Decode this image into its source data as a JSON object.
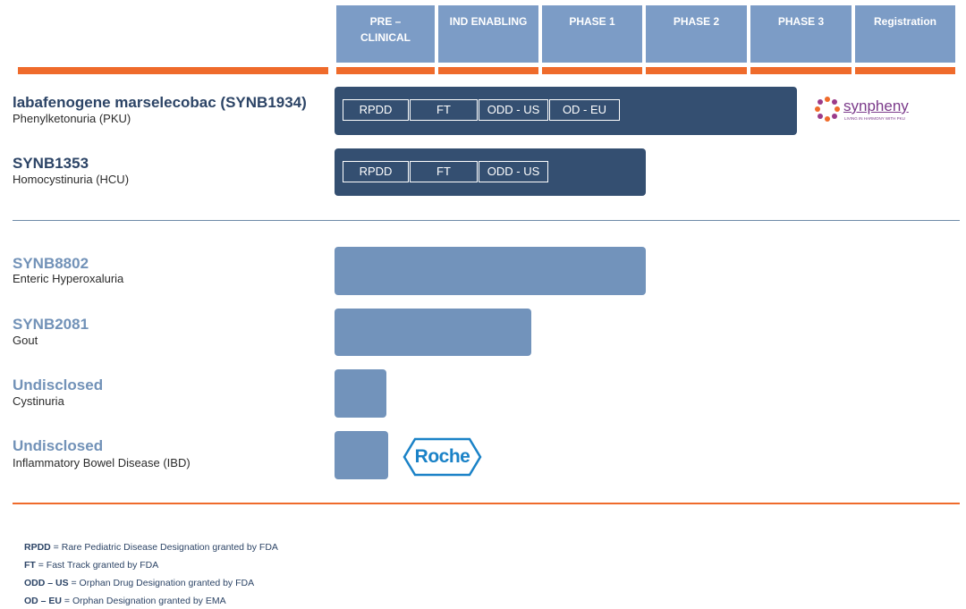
{
  "phases": [
    "PRE –\nCLINICAL",
    "IND ENABLING",
    "PHASE 1",
    "PHASE 2",
    "PHASE 3",
    "Registration"
  ],
  "programs": [
    {
      "name": "labafenogene marselecobac (SYNB1934)",
      "indication": "Phenylketonuria (PKU)",
      "stage_end": 4.46,
      "designations": [
        "RPDD",
        "FT",
        "ODD - US",
        "OD - EU"
      ],
      "partner": "synpheny"
    },
    {
      "name": "SYNB1353",
      "indication": "Homocystinuria (HCU)",
      "stage_end": 3.0,
      "designations": [
        "RPDD",
        "FT",
        "ODD - US"
      ]
    },
    {
      "name": "SYNB8802",
      "indication": "Enteric Hyperoxaluria",
      "stage_end": 3.0,
      "designations": []
    },
    {
      "name": "SYNB2081",
      "indication": "Gout",
      "stage_end": 1.9,
      "designations": []
    },
    {
      "name": "Undisclosed",
      "indication": "Cystinuria",
      "stage_end": 0.5,
      "designations": []
    },
    {
      "name": "Undisclosed",
      "indication": "Inflammatory Bowel Disease (IBD)",
      "stage_end": 0.52,
      "designations": [],
      "partner": "Roche"
    }
  ],
  "partners": {
    "synpheny_name": "synpheny",
    "synpheny_tagline": "LIVING IN HARMONY WITH PKU",
    "roche": "Roche"
  },
  "legend": [
    {
      "abbr": "RPDD",
      "text": " = Rare Pediatric Disease Designation granted by FDA"
    },
    {
      "abbr": "FT",
      "text": " = Fast Track granted by FDA"
    },
    {
      "abbr": "ODD – US",
      "text": " = Orphan Drug Designation granted by FDA"
    },
    {
      "abbr": "OD – EU",
      "text": " = Orphan Designation granted by EMA"
    }
  ],
  "colors": {
    "dark": "#344f71",
    "light": "#7293bb",
    "accent": "#ef6b2b",
    "header": "#7c9cc6"
  },
  "chart_data": {
    "type": "bar",
    "categories": [
      "labafenogene marselecobac (SYNB1934)",
      "SYNB1353",
      "SYNB8802",
      "SYNB2081",
      "Undisclosed",
      "Undisclosed"
    ],
    "values": [
      4.46,
      3.0,
      3.0,
      1.9,
      0.5,
      0.52
    ],
    "x_categories": [
      "PRE – CLINICAL",
      "IND ENABLING",
      "PHASE 1",
      "PHASE 2",
      "PHASE 3",
      "Registration"
    ],
    "orientation": "horizontal"
  }
}
